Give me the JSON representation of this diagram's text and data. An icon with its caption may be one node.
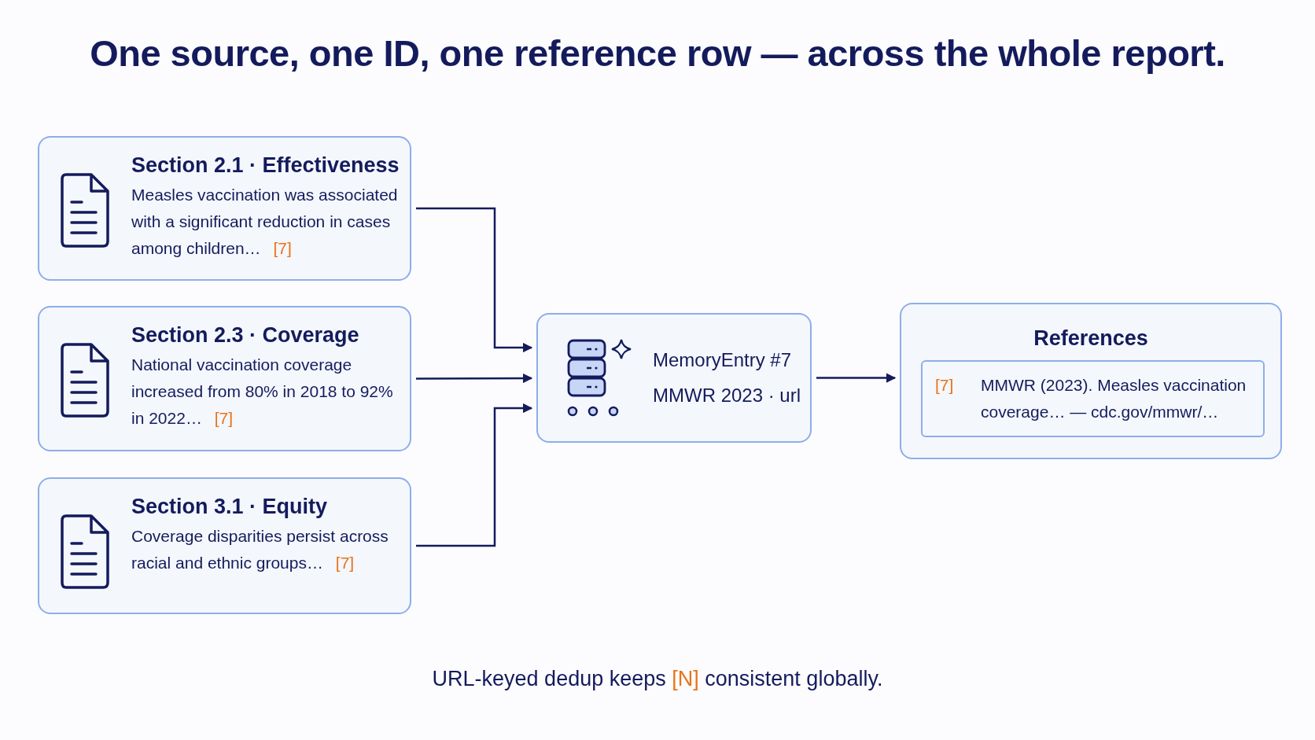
{
  "diagram": {
    "title": "One source, one ID, one reference row — across the whole report.",
    "nodes": [
      {
        "text": [
          "Section 2.1 · Effectiveness",
          "Measles vaccination was associated with a significant reduction in cases among children…",
          "[7]"
        ]
      },
      {
        "text": [
          "Section 2.3 · Coverage",
          "National vaccination coverage increased from 80% in 2018 to 92% in 2022…",
          "[7]"
        ]
      },
      {
        "text": [
          "Section 3.1 · Equity",
          "Coverage disparities persist across racial and ethnic groups…",
          "[7]"
        ]
      },
      {
        "text": [
          "MemoryEntry #7",
          "MMWR 2023 · url"
        ]
      },
      {
        "text": [
          "References"
        ]
      },
      {
        "text": [
          "[7]",
          "MMWR (2023). Measles vaccination coverage… — cdc.gov/mmwr/…"
        ],
        "in": 4
      }
    ],
    "edges": [
      {
        "from": 0,
        "to": 3,
        "arrow": "to"
      },
      {
        "from": 1,
        "to": 3,
        "arrow": "to"
      },
      {
        "from": 2,
        "to": 3,
        "arrow": "to"
      },
      {
        "from": 3,
        "to": 4,
        "arrow": "to"
      }
    ],
    "labels": [
      "URL-keyed dedup keeps",
      "[N]",
      "consistent globally."
    ]
  }
}
